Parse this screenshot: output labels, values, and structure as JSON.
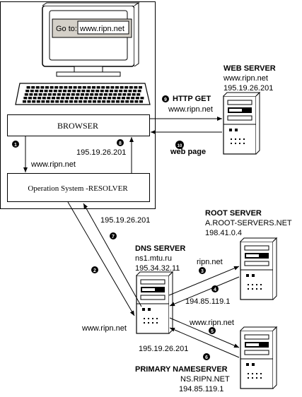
{
  "browser_bar": {
    "goto_label": "Go to:",
    "url": "www.ripn.net"
  },
  "boxes": {
    "browser": "BROWSER",
    "resolver": "Operation System -RESOLVER"
  },
  "servers": {
    "web": {
      "title": "WEB SERVER",
      "name": "www.ripn.net",
      "ip": "195.19.26.201"
    },
    "root": {
      "title": "ROOT SERVER",
      "name": "A.ROOT-SERVERS.NET",
      "ip": "198.41.0.4"
    },
    "dns": {
      "title": "DNS SERVER",
      "name": "ns1.mtu.ru",
      "ip": "195.34.32.11"
    },
    "primary": {
      "title": "PRIMARY NAMESERVER",
      "name": "NS.RIPN.NET",
      "ip": "194.85.119.1"
    }
  },
  "steps": [
    {
      "num": "1",
      "label": "www.ripn.net"
    },
    {
      "num": "2",
      "label": "www.ripn.net"
    },
    {
      "num": "3",
      "label": "ripn.net"
    },
    {
      "num": "4",
      "label": "194.85.119.1"
    },
    {
      "num": "5",
      "label": "www.ripn.net"
    },
    {
      "num": "6",
      "label": "195.19.26.201"
    },
    {
      "num": "7",
      "label": "195.19.26.201"
    },
    {
      "num": "8",
      "label": "195.19.26.201"
    },
    {
      "num": "9",
      "label": "HTTP GET",
      "sublabel": "www.ripn.net"
    },
    {
      "num": "10",
      "label": "web page"
    }
  ]
}
